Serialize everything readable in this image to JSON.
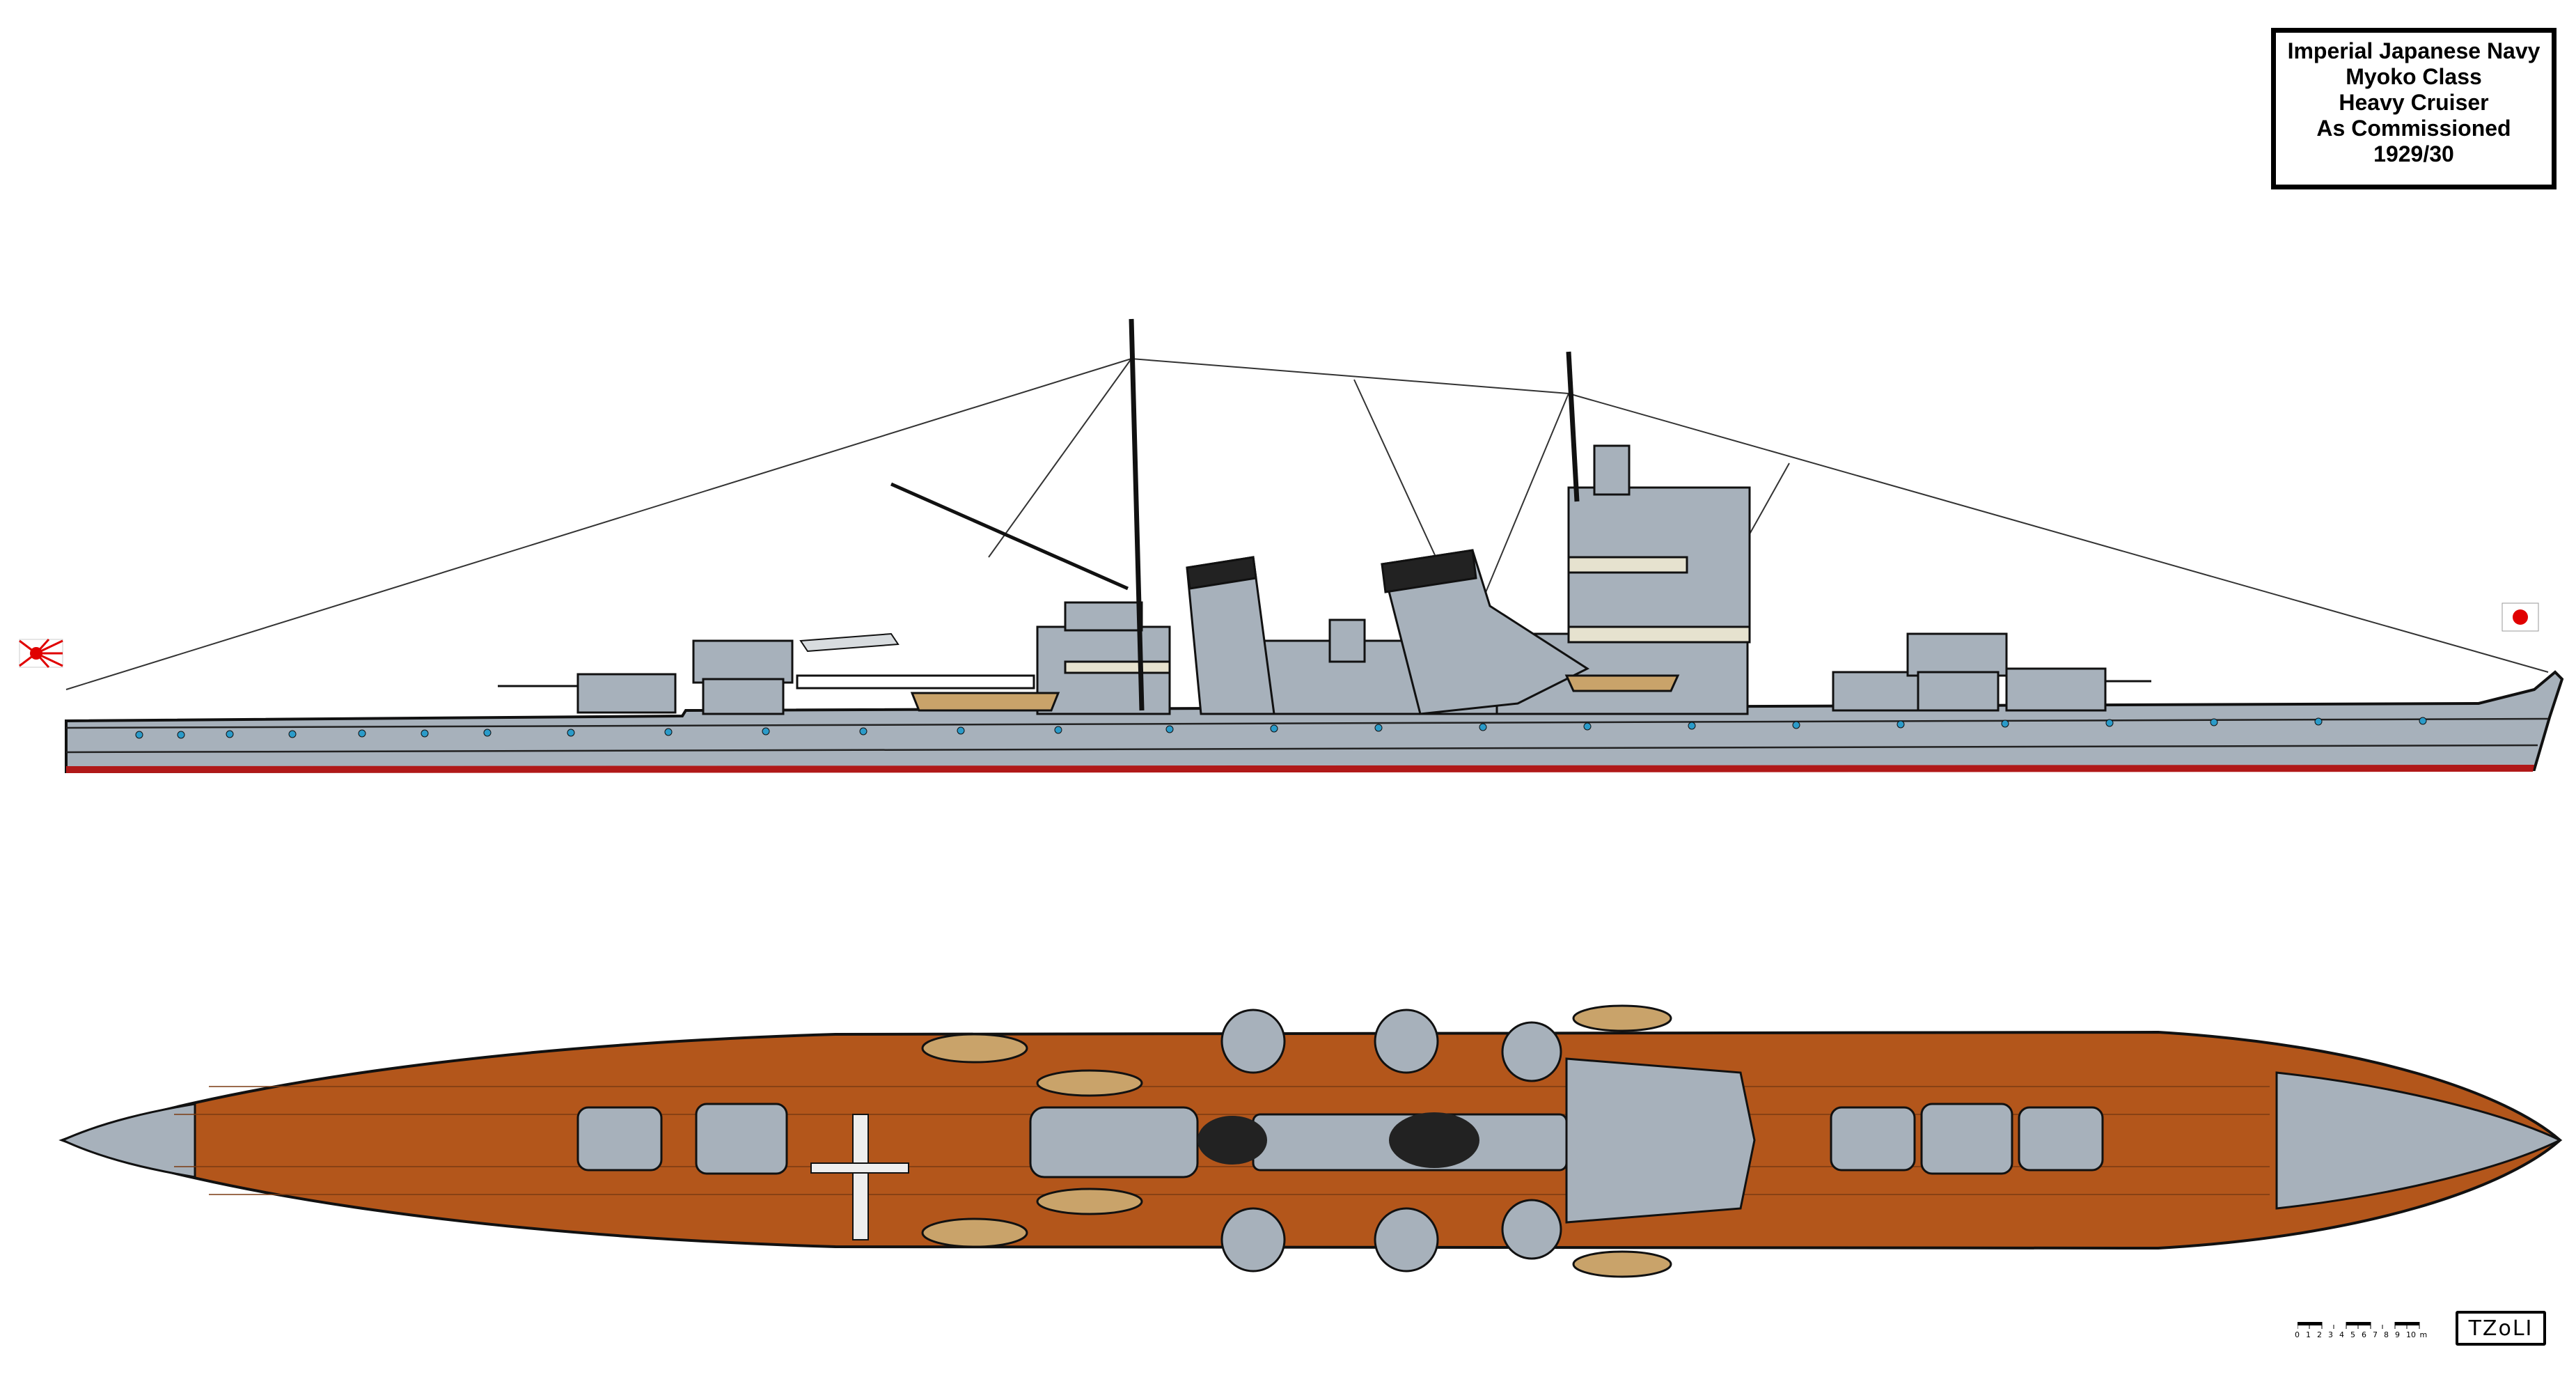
{
  "title_block": {
    "lines": [
      "Imperial Japanese Navy",
      "Myoko Class",
      "Heavy Cruiser",
      "As Commissioned",
      "1929/30"
    ]
  },
  "scale_bar": {
    "ticks": [
      "0",
      "1",
      "2",
      "3",
      "4",
      "5",
      "6",
      "7",
      "8",
      "9",
      "10"
    ],
    "unit": "m"
  },
  "logo": {
    "text": "TZoLI"
  },
  "colors": {
    "hull_gray": "#a7b1bb",
    "deck_wood": "#b3561b",
    "boot_topping": "#b01818",
    "funnel_cap": "#222222",
    "boat": "#c9a36a",
    "flag_red": "#e00000"
  }
}
